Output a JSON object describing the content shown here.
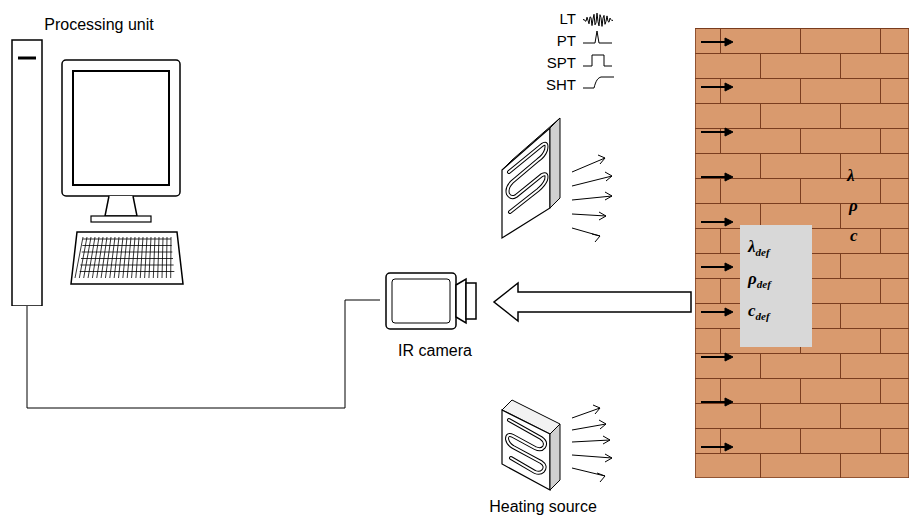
{
  "diagram": {
    "nodes": [
      {
        "text": [
          "Processing unit"
        ]
      },
      {
        "text": [
          "IR camera"
        ]
      },
      {
        "text": [
          "Heating source"
        ]
      },
      {
        "text": [
          "λ",
          "ρ",
          "c"
        ]
      },
      {
        "text": [
          "λdef",
          "ρdef",
          "cdef"
        ],
        "in": 3
      }
    ],
    "edges": [
      {
        "from": 0,
        "to": 1,
        "arrow": "none"
      },
      {
        "from": 3,
        "to": 1,
        "arrow": "to"
      }
    ],
    "labels": [
      "LT",
      "PT",
      "SPT",
      "SHT"
    ]
  }
}
